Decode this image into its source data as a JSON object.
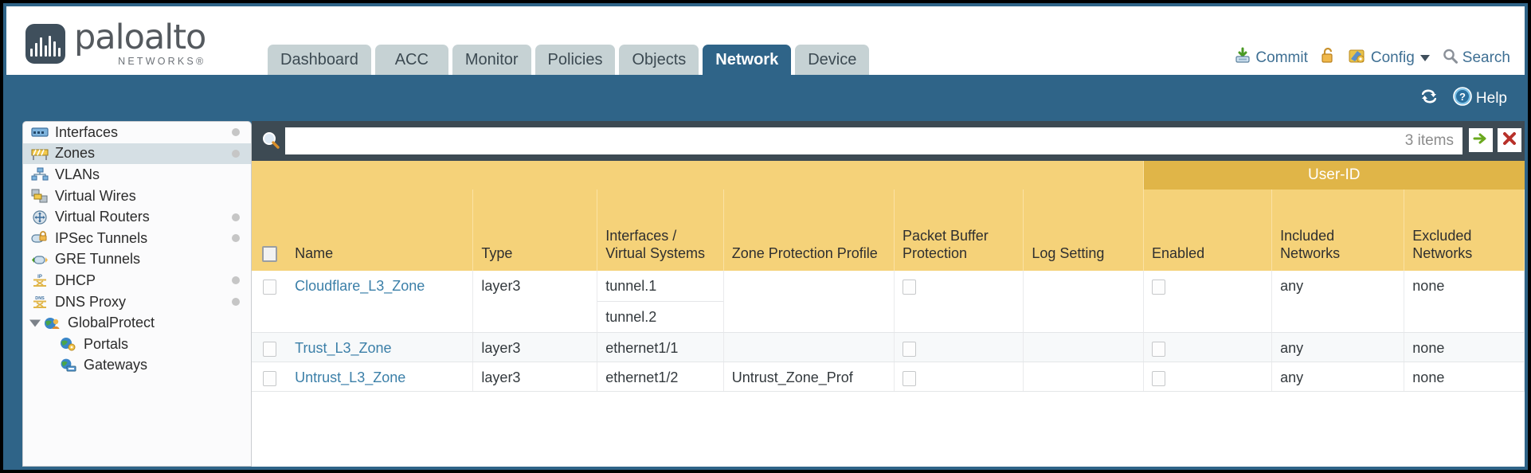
{
  "brand": {
    "name": "paloalto",
    "sub": "NETWORKS",
    "reg": "®"
  },
  "tabs": [
    {
      "label": "Dashboard",
      "active": false
    },
    {
      "label": "ACC",
      "active": false
    },
    {
      "label": "Monitor",
      "active": false
    },
    {
      "label": "Policies",
      "active": false
    },
    {
      "label": "Objects",
      "active": false
    },
    {
      "label": "Network",
      "active": true
    },
    {
      "label": "Device",
      "active": false
    }
  ],
  "top_actions": {
    "commit": "Commit",
    "lock_icon": "lock-icon",
    "config": "Config",
    "search": "Search"
  },
  "band": {
    "refresh_icon": "refresh-icon",
    "help": "Help"
  },
  "sidebar": {
    "items": [
      {
        "label": "Interfaces",
        "icon": "interfaces-icon",
        "selected": false,
        "dot": true,
        "child": false,
        "expander": false
      },
      {
        "label": "Zones",
        "icon": "zones-icon",
        "selected": true,
        "dot": true,
        "child": false,
        "expander": false
      },
      {
        "label": "VLANs",
        "icon": "vlans-icon",
        "selected": false,
        "dot": false,
        "child": false,
        "expander": false
      },
      {
        "label": "Virtual Wires",
        "icon": "virtual-wires-icon",
        "selected": false,
        "dot": false,
        "child": false,
        "expander": false
      },
      {
        "label": "Virtual Routers",
        "icon": "virtual-routers-icon",
        "selected": false,
        "dot": true,
        "child": false,
        "expander": false
      },
      {
        "label": "IPSec Tunnels",
        "icon": "ipsec-tunnels-icon",
        "selected": false,
        "dot": true,
        "child": false,
        "expander": false
      },
      {
        "label": "GRE Tunnels",
        "icon": "gre-tunnels-icon",
        "selected": false,
        "dot": false,
        "child": false,
        "expander": false
      },
      {
        "label": "DHCP",
        "icon": "dhcp-icon",
        "selected": false,
        "dot": true,
        "child": false,
        "expander": false
      },
      {
        "label": "DNS Proxy",
        "icon": "dns-proxy-icon",
        "selected": false,
        "dot": true,
        "child": false,
        "expander": false
      },
      {
        "label": "GlobalProtect",
        "icon": "globalprotect-icon",
        "selected": false,
        "dot": false,
        "child": false,
        "expander": true
      },
      {
        "label": "Portals",
        "icon": "portals-icon",
        "selected": false,
        "dot": false,
        "child": true,
        "expander": false
      },
      {
        "label": "Gateways",
        "icon": "gateways-icon",
        "selected": false,
        "dot": false,
        "child": true,
        "expander": false
      }
    ]
  },
  "filter": {
    "value": "",
    "placeholder": "",
    "items_count": "3 items",
    "search_icon": "search-icon",
    "apply_icon": "green-arrow-icon",
    "clear_icon": "red-x-icon"
  },
  "table": {
    "group_header": "User-ID",
    "columns": [
      "Name",
      "Type",
      "Interfaces / Virtual Systems",
      "Zone Protection Profile",
      "Packet Buffer Protection",
      "Log Setting",
      "Enabled",
      "Included Networks",
      "Excluded Networks"
    ],
    "rows": [
      {
        "selected": false,
        "name": "Cloudflare_L3_Zone",
        "type": "layer3",
        "interfaces": [
          "tunnel.1",
          "tunnel.2"
        ],
        "zone_protection_profile": "",
        "packet_buffer_protection": false,
        "log_setting": "",
        "userid_enabled": false,
        "included_networks": "any",
        "excluded_networks": "none"
      },
      {
        "selected": false,
        "name": "Trust_L3_Zone",
        "type": "layer3",
        "interfaces": [
          "ethernet1/1"
        ],
        "zone_protection_profile": "",
        "packet_buffer_protection": false,
        "log_setting": "",
        "userid_enabled": false,
        "included_networks": "any",
        "excluded_networks": "none"
      },
      {
        "selected": false,
        "name": "Untrust_L3_Zone",
        "type": "layer3",
        "interfaces": [
          "ethernet1/2"
        ],
        "zone_protection_profile": "Untrust_Zone_Prof",
        "packet_buffer_protection": false,
        "log_setting": "",
        "userid_enabled": false,
        "included_networks": "any",
        "excluded_networks": "none"
      }
    ]
  },
  "colors": {
    "brand_blue": "#2f6488",
    "header_amber": "#f5d279",
    "group_amber": "#e0b548",
    "link_blue": "#3b7fa8",
    "filter_bar": "#3d4a53"
  }
}
